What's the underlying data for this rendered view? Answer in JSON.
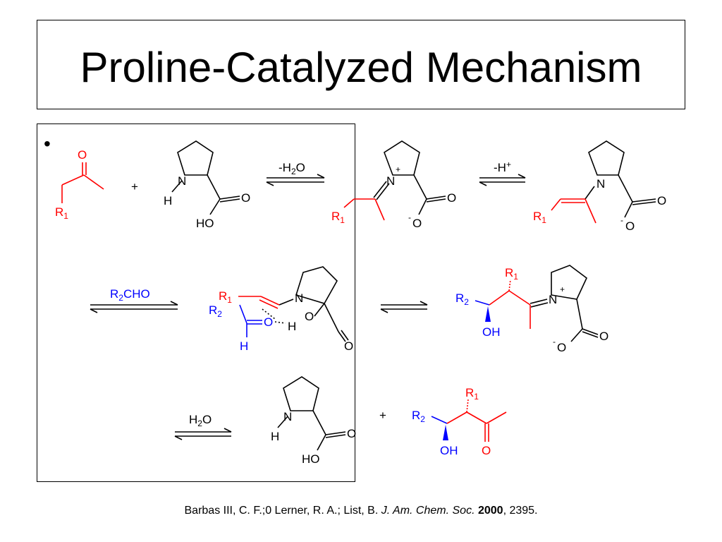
{
  "title": "Proline-Catalyzed Mechanism",
  "bullet": "•",
  "colors": {
    "ketone": "#ff0000",
    "aldehyde": "#0000ff",
    "proline": "#000000"
  },
  "labels": {
    "O": "O",
    "N": "N",
    "H": "H",
    "HO": "HO",
    "OH": "OH",
    "R": "R",
    "sub1": "1",
    "sub2": "2",
    "plus": "+",
    "minus": "-",
    "charge_plus": "+",
    "step1_prefix": "-H",
    "step1_sub": "2",
    "step1_suffix": "O",
    "step2_prefix": "-H",
    "step2_sup": "+",
    "step3_R": "R",
    "step3_sub": "2",
    "step3_suffix": "CHO",
    "step4_prefix": "H",
    "step4_sub": "2",
    "step4_suffix": "O"
  },
  "citation": {
    "authors": "Barbas III, C. F.;0 Lerner, R. A.; List, B. ",
    "journal": "J. Am. Chem. Soc.",
    "year": "2000",
    "pages": ", 2395."
  }
}
